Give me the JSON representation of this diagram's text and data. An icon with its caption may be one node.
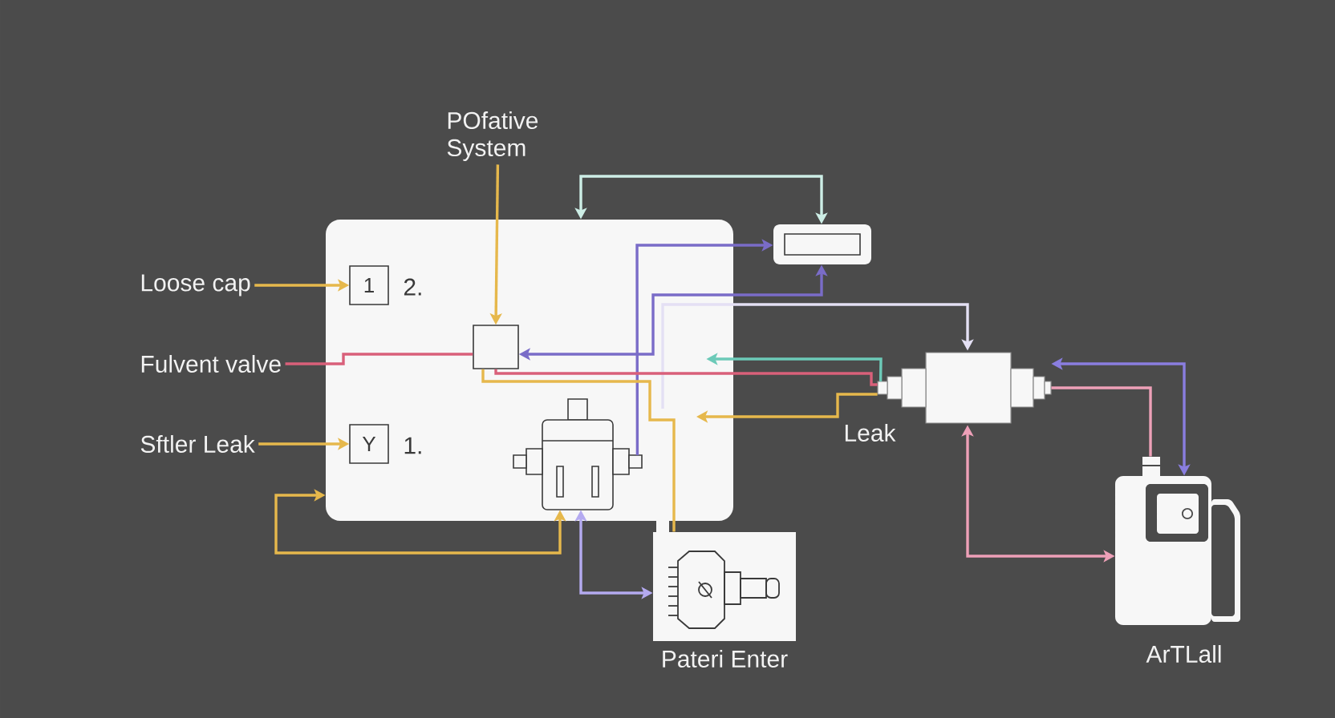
{
  "diagram": {
    "nodes": [
      {
        "text": [
          "POfative System"
        ]
      },
      {
        "text": [],
        "shape": "box"
      },
      {
        "text": [
          "1"
        ],
        "in": 1,
        "beside": [
          "2."
        ]
      },
      {
        "text": [],
        "shape": "box",
        "in": 1
      },
      {
        "text": [
          "Y"
        ],
        "in": 1,
        "beside": [
          "1."
        ]
      },
      {
        "text": [],
        "shape": "picture",
        "in": 1
      },
      {
        "text": [
          "Loose cap"
        ]
      },
      {
        "text": [
          "Fulvent valve"
        ]
      },
      {
        "text": [
          "Sftler Leak"
        ]
      },
      {
        "text": [],
        "shape": "box"
      },
      {
        "text": [],
        "shape": "picture"
      },
      {
        "text": [
          "Pateri Enter"
        ]
      },
      {
        "text": [
          "ArTLall"
        ]
      }
    ],
    "edges": [
      {
        "from": 6,
        "to": 2,
        "arrow": "to"
      },
      {
        "from": 7,
        "to": 3,
        "arrow": "none",
        "color": "#d9607a"
      },
      {
        "from": 8,
        "to": 4,
        "arrow": "to"
      },
      {
        "from": 0,
        "to": 3,
        "arrow": "to"
      },
      {
        "from": 5,
        "to": 1,
        "arrow": "both"
      },
      {
        "from": 5,
        "to": 11,
        "arrow": "both",
        "color": "#b4aaf0"
      },
      {
        "from": 1,
        "to": 9,
        "arrow": "both",
        "color": "#cdeee6"
      },
      {
        "from": 5,
        "to": 9,
        "arrow": "to",
        "color": "#7a6cc8"
      },
      {
        "from": 3,
        "to": 9,
        "arrow": "both",
        "color": "#7a6cc8"
      },
      {
        "from": null,
        "to": 10,
        "arrow": "to",
        "color": "#e4e0f4"
      },
      {
        "from": 10,
        "to": 1,
        "arrow": "to",
        "color": "#6ccab8"
      },
      {
        "from": 3,
        "to": 10,
        "arrow": "none",
        "color": "#d9607a"
      },
      {
        "from": 10,
        "to": null,
        "arrow": "to",
        "label": "Leak"
      },
      {
        "from": 3,
        "to": 11,
        "arrow": "none"
      },
      {
        "from": 10,
        "to": 12,
        "arrow": "both",
        "color": "#8a7ee0"
      },
      {
        "from": 10,
        "to": 12,
        "arrow": "none",
        "color": "#eea0b8"
      },
      {
        "from": 10,
        "to": 12,
        "arrow": "both",
        "color": "#eea0b8"
      }
    ]
  }
}
